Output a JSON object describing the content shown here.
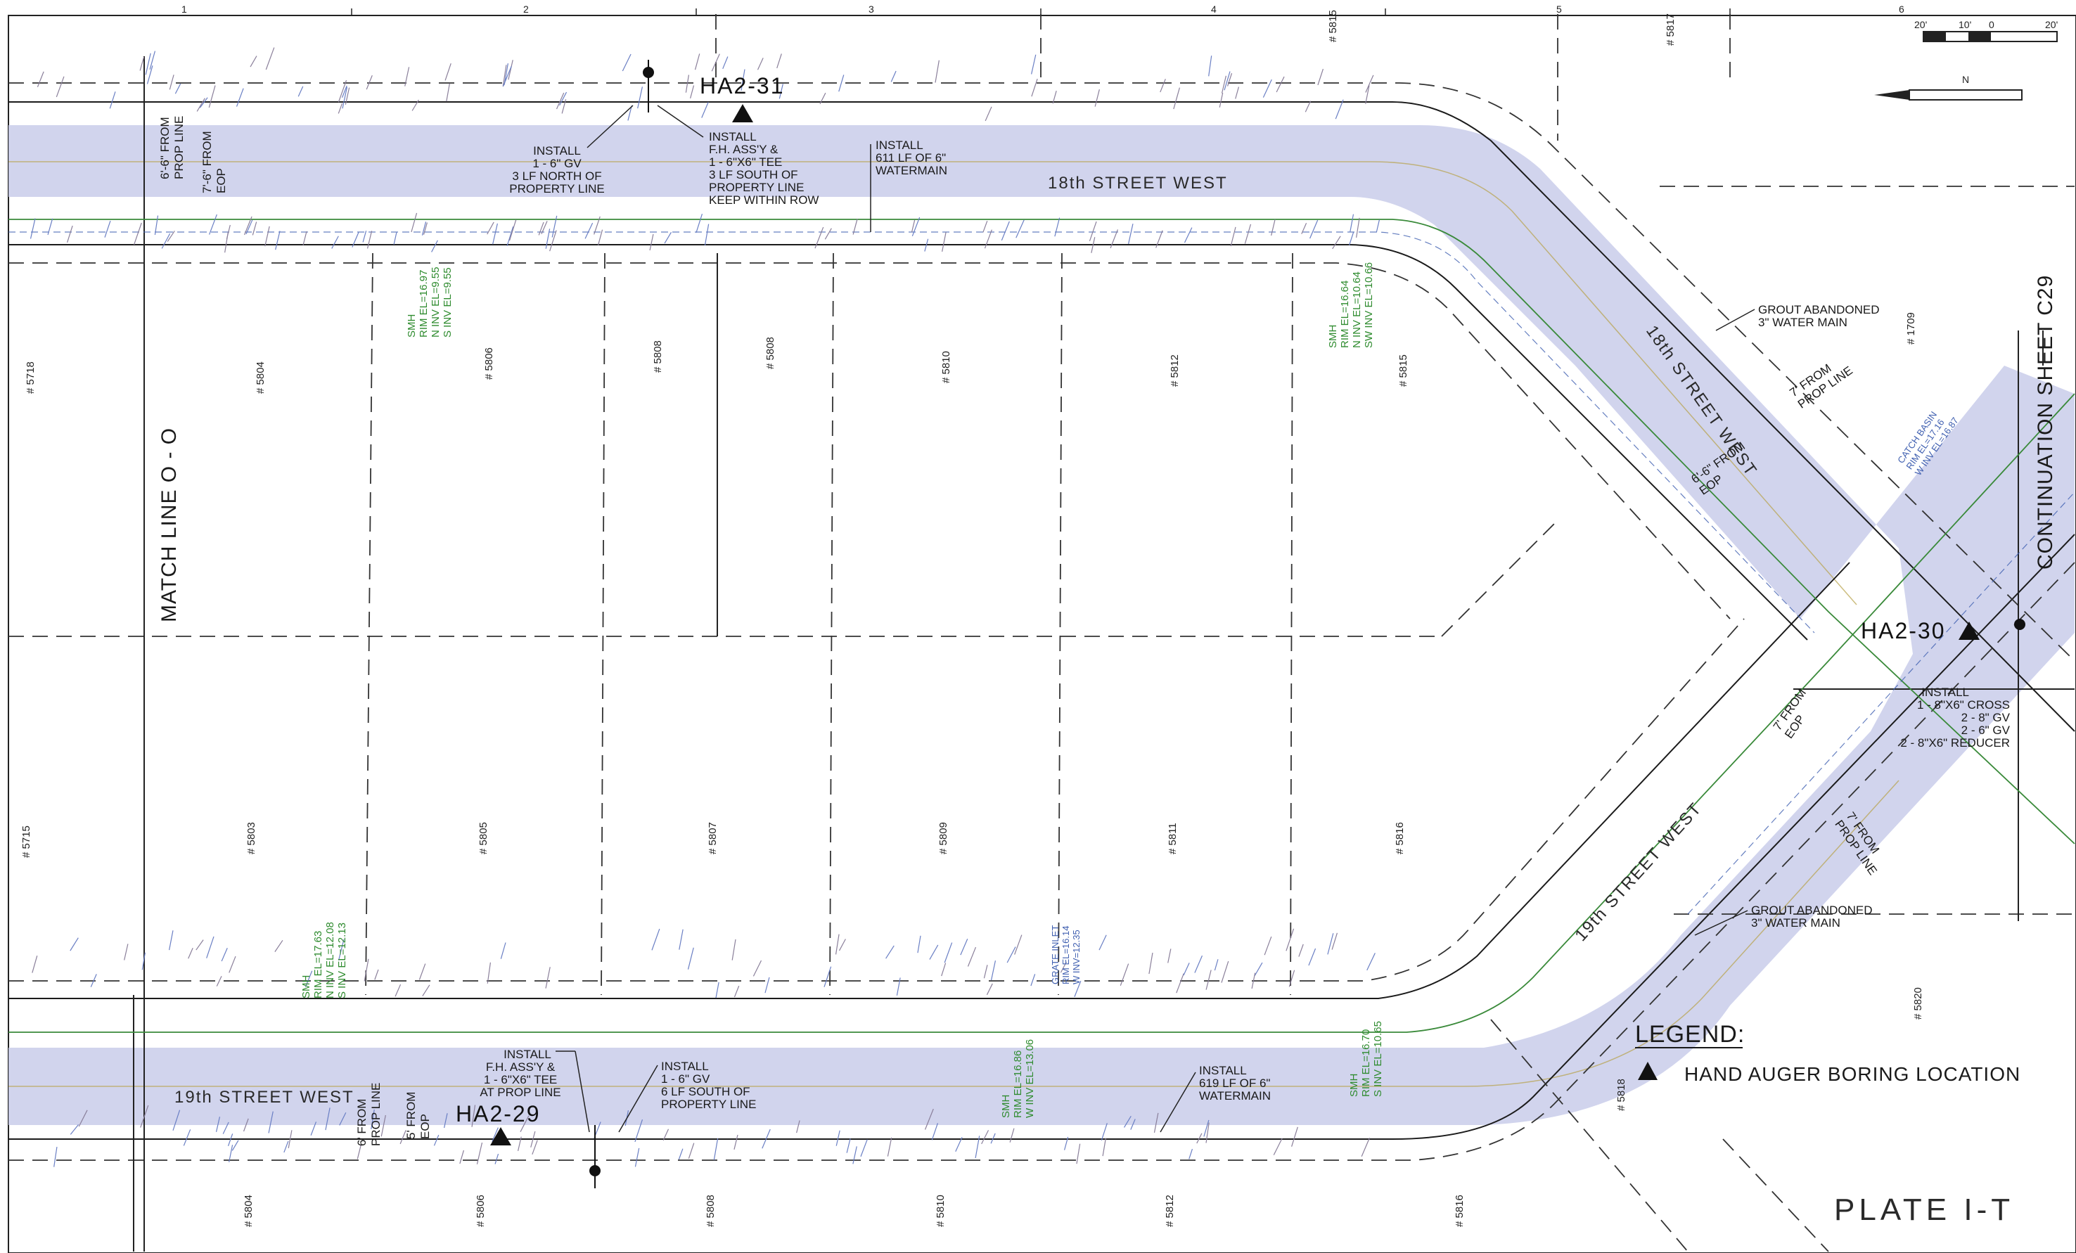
{
  "sheet": {
    "grid_numbers": [
      "1",
      "2",
      "3",
      "4",
      "5",
      "6"
    ],
    "scale_bar": [
      "20'",
      "10'",
      "0",
      "20'"
    ],
    "north_arrow": "N"
  },
  "streets": {
    "top": "18th  STREET  WEST",
    "diagonal_upper": "18th  STREET  WEST",
    "diagonal_lower": "19th  STREET  WEST",
    "bottom": "19th  STREET  WEST"
  },
  "borings": [
    {
      "id": "HA2-31"
    },
    {
      "id": "HA2-30"
    },
    {
      "id": "HA2-29"
    }
  ],
  "match_line": "MATCH LINE O - O",
  "continuation": "CONTINUATION SHEET C29",
  "offsets": {
    "top_prop": [
      "6'-6\" FROM",
      "PROP LINE"
    ],
    "top_eop": [
      "7'-6\" FROM",
      "EOP"
    ],
    "diag_eop": [
      "6'-6\" FROM",
      "EOP"
    ],
    "diag_prop": [
      "7' FROM",
      "PROP LINE"
    ],
    "lower_eop": [
      "7' FROM",
      "EOP"
    ],
    "lower_prop": [
      "7' FROM",
      "PROP LINE"
    ],
    "bottom_prop": [
      "6' FROM",
      "PROP LINE"
    ],
    "bottom_eop": [
      "5' FROM",
      "EOP"
    ]
  },
  "notes": {
    "install_gv_top": [
      "INSTALL",
      "1 - 6\" GV",
      "3 LF NORTH OF",
      "PROPERTY LINE"
    ],
    "install_fh_top": [
      "INSTALL",
      "F.H. ASS'Y &",
      "1 - 6\"X6\" TEE",
      "3 LF SOUTH OF",
      "PROPERTY LINE",
      "KEEP WITHIN ROW"
    ],
    "install_wm_top": [
      "INSTALL",
      "611 LF OF 6\"",
      "WATERMAIN"
    ],
    "grout_top": [
      "GROUT ABANDONED",
      "3\" WATER MAIN"
    ],
    "grout_bottom": [
      "GROUT ABANDONED",
      "3\" WATER MAIN"
    ],
    "install_cross": [
      "INSTALL",
      "1 - 8\"X6\" CROSS",
      "2 - 8\" GV",
      "2 - 6\" GV",
      "2 - 8\"X6\" REDUCER"
    ],
    "install_fh_bottom": [
      "INSTALL",
      "F.H. ASS'Y &",
      "1 - 6\"X6\" TEE",
      "AT PROP LINE"
    ],
    "install_gv_bottom": [
      "INSTALL",
      "1 - 6\" GV",
      "6 LF SOUTH OF",
      "PROPERTY LINE"
    ],
    "install_wm_bottom": [
      "INSTALL",
      "619 LF OF 6\"",
      "WATERMAIN"
    ]
  },
  "utility_callouts": {
    "smh_top": [
      "SMH",
      "RIM  EL=16.97",
      "N  INV  EL=9.55",
      "S  INV  EL=9.55"
    ],
    "smh_right": [
      "SMH",
      "RIM  EL=16.64",
      "N  INV  EL=10.64",
      "SW  INV  EL=10.66"
    ],
    "smh_bottom": [
      "SMH",
      "RIM  EL=17.63",
      "N  INV  EL=12.08",
      "S  INV  EL=12.13"
    ],
    "smh_bottom2": [
      "SMH",
      "RIM  EL=16.86",
      "W  INV  EL=13.06"
    ],
    "smh_bottom3": [
      "SMH",
      "RIM  EL=16.70",
      "S  INV  EL=10.65"
    ],
    "grate_inlet": [
      "GRATE  INLET",
      "RIM  EL=16.14",
      "W  INV=12.35"
    ],
    "catch_basin": [
      "CATCH  BASIN",
      "RIM  EL=17.16",
      "W  INV  EL=16.87"
    ]
  },
  "lots_top": [
    "# 5718",
    "# 5804",
    "# 5806",
    "# 5808",
    "# 5808",
    "# 5810",
    "# 5812",
    "# 5815",
    "# 5815",
    "# 5817",
    "# 1709"
  ],
  "lots_mid": [
    "# 5715",
    "# 5803",
    "# 5805",
    "# 5807",
    "# 5809",
    "# 5811",
    "# 5816"
  ],
  "lots_bottom": [
    "# 5804",
    "# 5806",
    "# 5808",
    "# 5810",
    "# 5812",
    "# 5816",
    "# 5818",
    "# 5820"
  ],
  "legend": {
    "title": "LEGEND:",
    "item": "HAND  AUGER  BORING  LOCATION"
  },
  "plate": "PLATE  I-T",
  "colors": {
    "road_fill": "#c9cdea",
    "line": "#1b1b1b",
    "water": "#3a8a3a",
    "sewer": "#3f5fb0"
  }
}
